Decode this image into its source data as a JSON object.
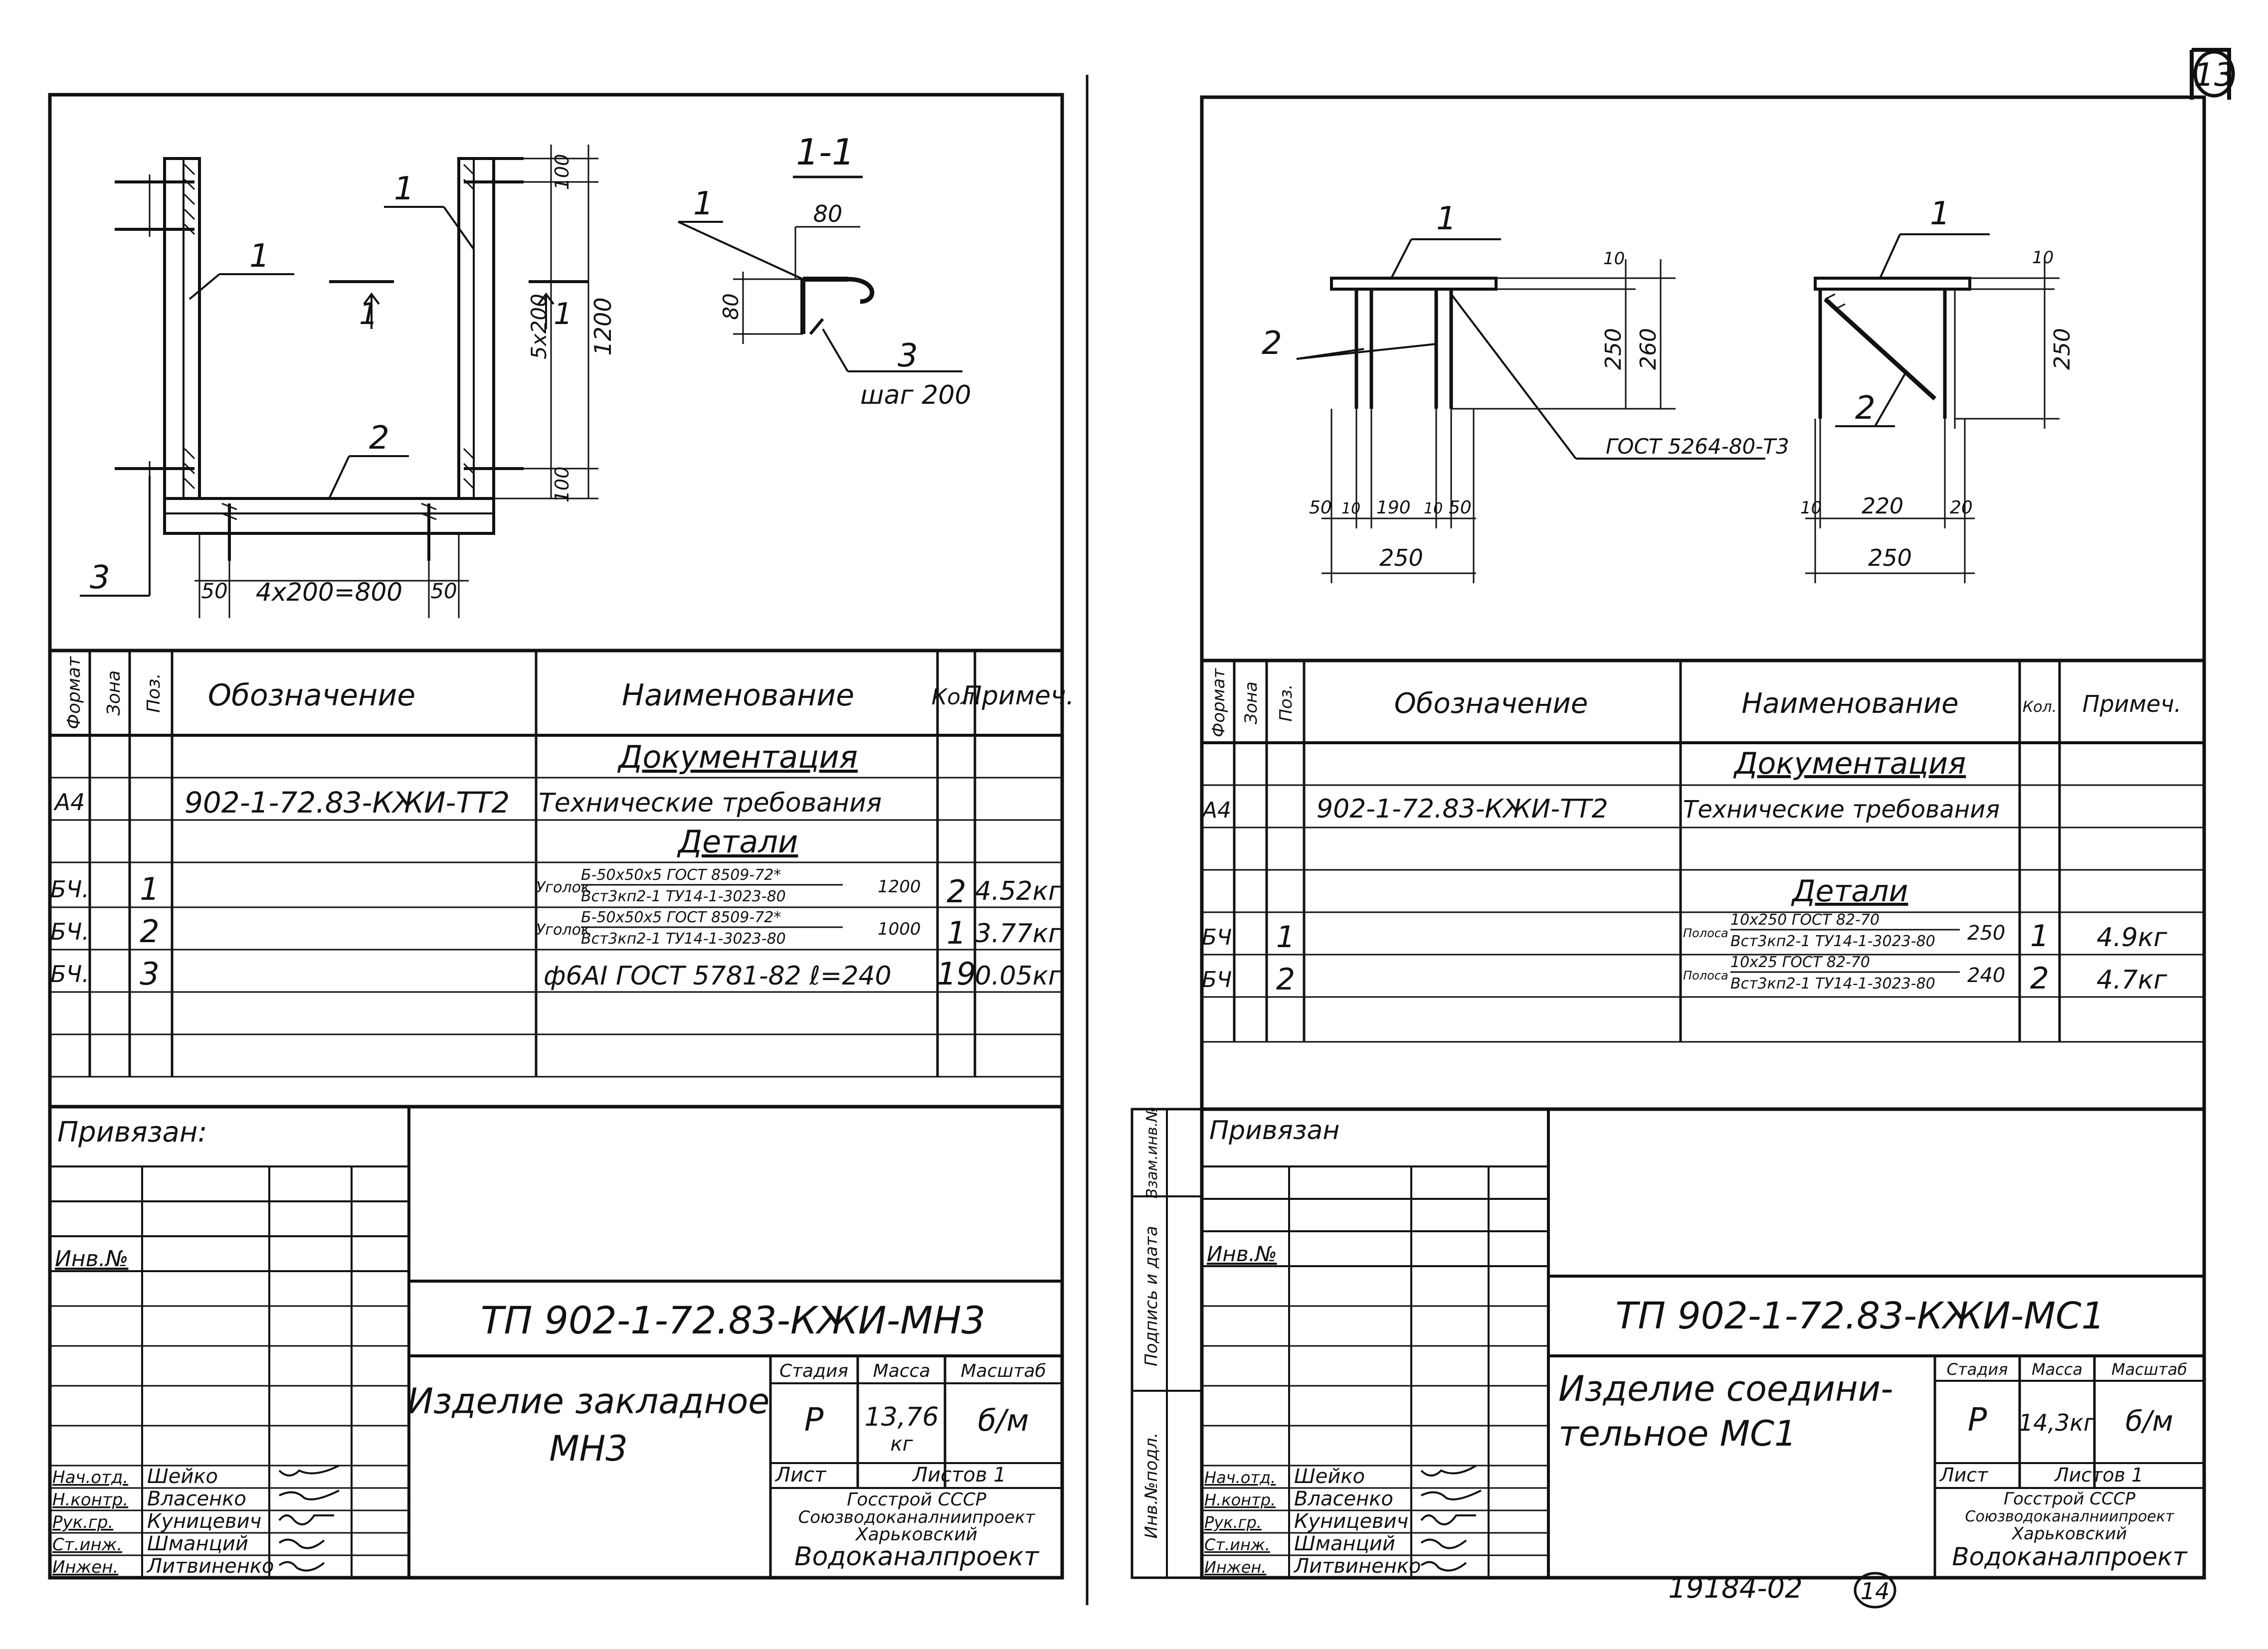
{
  "page_number": "13",
  "bottom_stamp": {
    "doc_number": "19184-02",
    "sheet_circle": "14"
  },
  "left_sheet": {
    "section_label": "1-1",
    "drawing_labels": {
      "pos1_a": "1",
      "pos1_b": "1",
      "pos1_section": "1",
      "pos2": "2",
      "pos3_left": "3",
      "pos3_section": "3",
      "cut_mark_left": "1",
      "cut_mark_right": "1",
      "dim_100_top": "100",
      "dim_5x200": "5x200",
      "dim_100_bottom": "100",
      "dim_1200": "1200",
      "dim_50_left": "50",
      "dim_4x200": "4x200=800",
      "dim_50_right": "50",
      "dim_80_top": "80",
      "dim_80_side": "80",
      "step": "шаг 200"
    },
    "spec_headers": {
      "format": "Формат",
      "zone": "Зона",
      "pos": "Поз.",
      "designation": "Обозначение",
      "name": "Наименование",
      "qty": "Кол.",
      "note": "Примеч."
    },
    "spec_rows": [
      {
        "format": "",
        "pos": "",
        "designation": "",
        "name": "Документация",
        "qty": "",
        "note": ""
      },
      {
        "format": "А4",
        "pos": "",
        "designation": "902-1-72.83-КЖИ-ТТ2",
        "name": "Технические требования",
        "qty": "",
        "note": ""
      },
      {
        "format": "",
        "pos": "",
        "designation": "",
        "name": "Детали",
        "qty": "",
        "note": ""
      },
      {
        "format": "БЧ.",
        "pos": "1",
        "designation": "",
        "name_prefix": "Уголок",
        "name_num": "Б-50x50x5 ГОСТ 8509-72*",
        "name_den": "Вст3кп2-1 ТУ14-1-3023-80",
        "name_suffix": "1200",
        "qty": "2",
        "note": "4.52кг"
      },
      {
        "format": "БЧ.",
        "pos": "2",
        "designation": "",
        "name_prefix": "Уголок",
        "name_num": "Б-50x50x5 ГОСТ 8509-72*",
        "name_den": "Вст3кп2-1 ТУ14-1-3023-80",
        "name_suffix": "1000",
        "qty": "1",
        "note": "3.77кг"
      },
      {
        "format": "БЧ.",
        "pos": "3",
        "designation": "",
        "name": "ф6АI ГОСТ 5781-82 ℓ=240",
        "qty": "19",
        "note": "0.05кг"
      }
    ],
    "privyazan": "Привязан:",
    "inv_no": "Инв.№",
    "doc_code": "ТП 902-1-72.83-КЖИ-МН3",
    "title_line1": "Изделие закладное",
    "title_line2": "МН3",
    "stage_label": "Стадия",
    "mass_label": "Масса",
    "scale_label": "Масштаб",
    "stage": "Р",
    "mass": "13,76",
    "mass_unit": "кг",
    "scale": "б/м",
    "sheet_label": "Лист",
    "sheets_label": "Листов 1",
    "org_line1": "Госстрой СССР",
    "org_line2": "Союзводоканалниипроект",
    "org_line3": "Харьковский",
    "org_line4": "Водоканалпроект",
    "signers": [
      {
        "role": "Нач.отд.",
        "name": "Шейко"
      },
      {
        "role": "Н.контр.",
        "name": "Власенко"
      },
      {
        "role": "Рук.гр.",
        "name": "Куницевич"
      },
      {
        "role": "Ст.инж.",
        "name": "Шманций"
      },
      {
        "role": "Инжен.",
        "name": "Литвиненко"
      }
    ]
  },
  "right_sheet": {
    "drawing_labels": {
      "pos1_a": "1",
      "pos1_b": "1",
      "pos2_a": "2",
      "pos2_b": "2",
      "dim_10_a": "10",
      "dim_250": "250",
      "dim_260": "260",
      "gost": "ГОСТ 5264-80-Т3",
      "dim_50a": "50",
      "dim_10a": "10",
      "dim_190": "190",
      "dim_10b": "10",
      "dim_50b": "50",
      "dim_250_bottom": "250",
      "dim_10_b": "10",
      "dim_250_side": "250",
      "dim_10c": "10",
      "dim_220": "220",
      "dim_20": "20",
      "dim_250_bottom_b": "250"
    },
    "side_labels": {
      "inv_podl": "Инв.№подл.",
      "podpis": "Подпись и дата",
      "vzam": "Взам.инв.№"
    },
    "spec_headers": {
      "format": "Формат",
      "zone": "Зона",
      "pos": "Поз.",
      "designation": "Обозначение",
      "name": "Наименование",
      "qty": "Кол.",
      "note": "Примеч."
    },
    "spec_rows": [
      {
        "format": "",
        "pos": "",
        "designation": "",
        "name": "Документация",
        "qty": "",
        "note": ""
      },
      {
        "format": "А4",
        "pos": "",
        "designation": "902-1-72.83-КЖИ-ТТ2",
        "name": "Технические требования",
        "qty": "",
        "note": ""
      },
      {
        "format": "",
        "pos": "",
        "designation": "",
        "name": "",
        "qty": "",
        "note": ""
      },
      {
        "format": "",
        "pos": "",
        "designation": "",
        "name": "Детали",
        "qty": "",
        "note": ""
      },
      {
        "format": "БЧ",
        "pos": "1",
        "designation": "",
        "name_prefix": "Полоса",
        "name_num": "10x250 ГОСТ 82-70",
        "name_den": "Вст3кп2-1 ТУ14-1-3023-80",
        "name_suffix": "250",
        "qty": "1",
        "note": "4.9кг"
      },
      {
        "format": "БЧ",
        "pos": "2",
        "designation": "",
        "name_prefix": "Полоса",
        "name_num": "10x25 ГОСТ 82-70",
        "name_den": "Вст3кп2-1 ТУ14-1-3023-80",
        "name_suffix": "240",
        "qty": "2",
        "note": "4.7кг"
      }
    ],
    "privyazan": "Привязан",
    "inv_no": "Инв.№",
    "doc_code": "ТП 902-1-72.83-КЖИ-МС1",
    "title_line1": "Изделие соедини-",
    "title_line2": "тельное   МС1",
    "stage_label": "Стадия",
    "mass_label": "Масса",
    "scale_label": "Масштаб",
    "stage": "Р",
    "mass": "14,3кг",
    "scale": "б/м",
    "sheet_label": "Лист",
    "sheets_label": "Листов 1",
    "org_line1": "Госстрой СССР",
    "org_line2": "Союзводоканалниипроект",
    "org_line3": "Харьковский",
    "org_line4": "Водоканалпроект",
    "signers": [
      {
        "role": "Нач.отд.",
        "name": "Шейко"
      },
      {
        "role": "Н.контр.",
        "name": "Власенко"
      },
      {
        "role": "Рук.гр.",
        "name": "Куницевич"
      },
      {
        "role": "Ст.инж.",
        "name": "Шманций"
      },
      {
        "role": "Инжен.",
        "name": "Литвиненко"
      }
    ]
  }
}
